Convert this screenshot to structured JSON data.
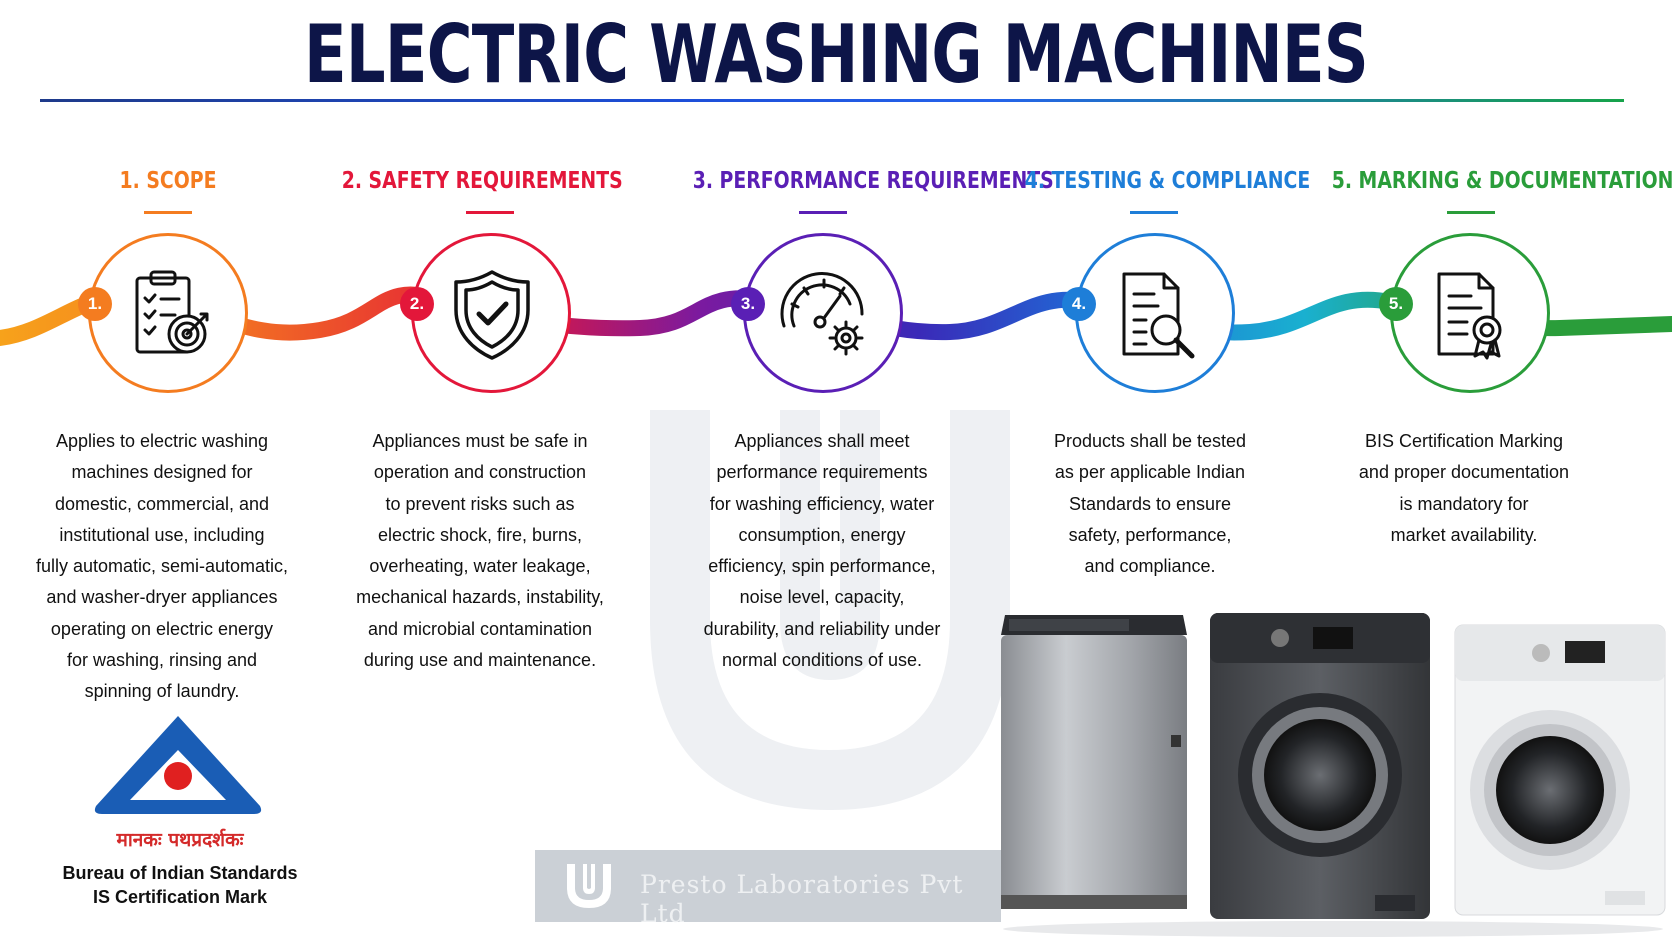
{
  "header": {
    "title": "ELECTRIC WASHING MACHINES"
  },
  "steps": [
    {
      "number": "1.",
      "title": "1. SCOPE",
      "color": "#f47c20",
      "icon": "clipboard-target-icon",
      "description": "Applies to electric washing\nmachines designed for\ndomestic, commercial, and\ninstitutional use, including\nfully automatic, semi-automatic,\nand washer-dryer appliances\noperating on electric energy\nfor washing, rinsing and\nspinning of laundry."
    },
    {
      "number": "2.",
      "title": "2. SAFETY REQUIREMENTS",
      "color": "#e3173a",
      "icon": "shield-check-icon",
      "description": "Appliances must be safe in\noperation and construction\nto prevent risks such as\nelectric shock, fire, burns,\noverheating, water leakage,\nmechanical hazards, instability,\nand microbial contamination\nduring use and maintenance."
    },
    {
      "number": "3.",
      "title": "3. PERFORMANCE REQUIREMENTS",
      "color": "#5a1fb5",
      "icon": "gauge-gear-icon",
      "description": "Appliances shall meet\nperformance requirements\nfor washing efficiency, water\nconsumption, energy\nefficiency, spin performance,\nnoise level, capacity,\ndurability, and reliability under\nnormal conditions of use."
    },
    {
      "number": "4.",
      "title": "4. TESTING & COMPLIANCE",
      "color": "#1e7ed8",
      "icon": "document-search-icon",
      "description": "Products shall be tested\nas per applicable Indian\nStandards to ensure\nsafety, performance,\nand compliance."
    },
    {
      "number": "5.",
      "title": "5. MARKING & DOCUMENTATION",
      "color": "#2a9d3a",
      "icon": "certificate-document-icon",
      "description": "BIS Certification Marking\nand proper documentation\nis mandatory for\nmarket availability."
    }
  ],
  "bis": {
    "hindi": "मानकः पथप्रदर्शकः",
    "line1": "Bureau of Indian Standards",
    "line2": "IS Certification Mark",
    "blue": "#1a5db5",
    "red": "#e02020"
  },
  "watermark_banner": {
    "text": "Presto  Laboratories Pvt Ltd"
  }
}
